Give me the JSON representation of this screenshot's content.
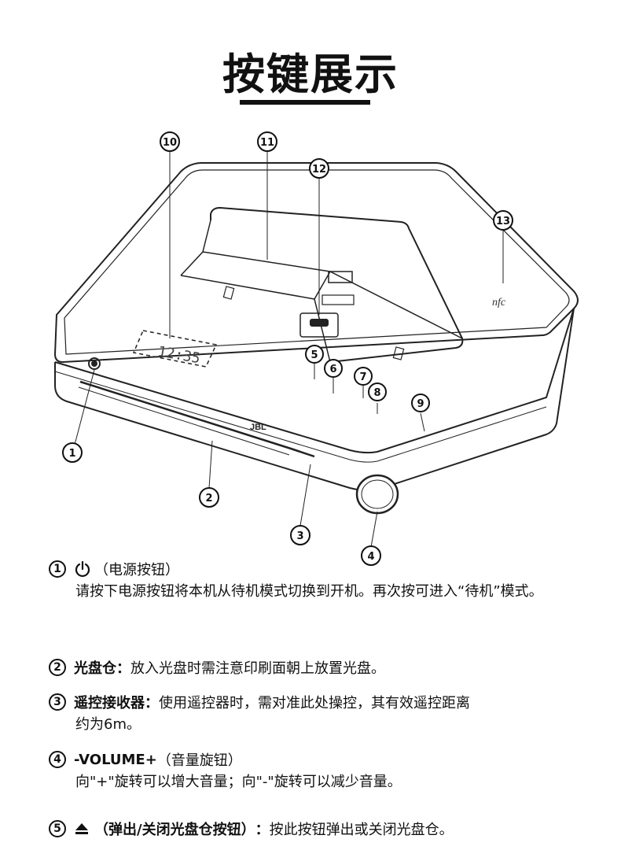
{
  "page": {
    "title": "按键展示"
  },
  "figure": {
    "display_time": "12:35",
    "brand": "JBL",
    "nfc_label": "nfc",
    "callouts": [
      "1",
      "2",
      "3",
      "4",
      "5",
      "6",
      "7",
      "8",
      "9",
      "10",
      "11",
      "12",
      "13"
    ]
  },
  "items": [
    {
      "num": "1",
      "icon": "power-icon",
      "label": "",
      "sub": "（电源按钮）",
      "desc": "",
      "body": "请按下电源按钮将本机从待机模式切换到开机。再次按可进入“待机”模式。"
    },
    {
      "num": "2",
      "label": "光盘仓",
      "sep": "：",
      "desc": "放入光盘时需注意印刷面朝上放置光盘。"
    },
    {
      "num": "3",
      "label": "遥控接收器",
      "sep": "：",
      "desc": "使用遥控器时，需对准此处操控，其有效遥控距离",
      "body": "约为6m。"
    },
    {
      "num": "4",
      "label": "-VOLUME+",
      "sub": "（音量旋钮）",
      "body": "向\"+\"旋转可以增大音量；向\"-\"旋转可以减少音量。"
    },
    {
      "num": "5",
      "icon": "eject-icon",
      "label": "（弹出/关闭光盘仓按钮）",
      "sep": "：",
      "desc": "按此按钮弹出或关闭光盘仓。"
    }
  ]
}
